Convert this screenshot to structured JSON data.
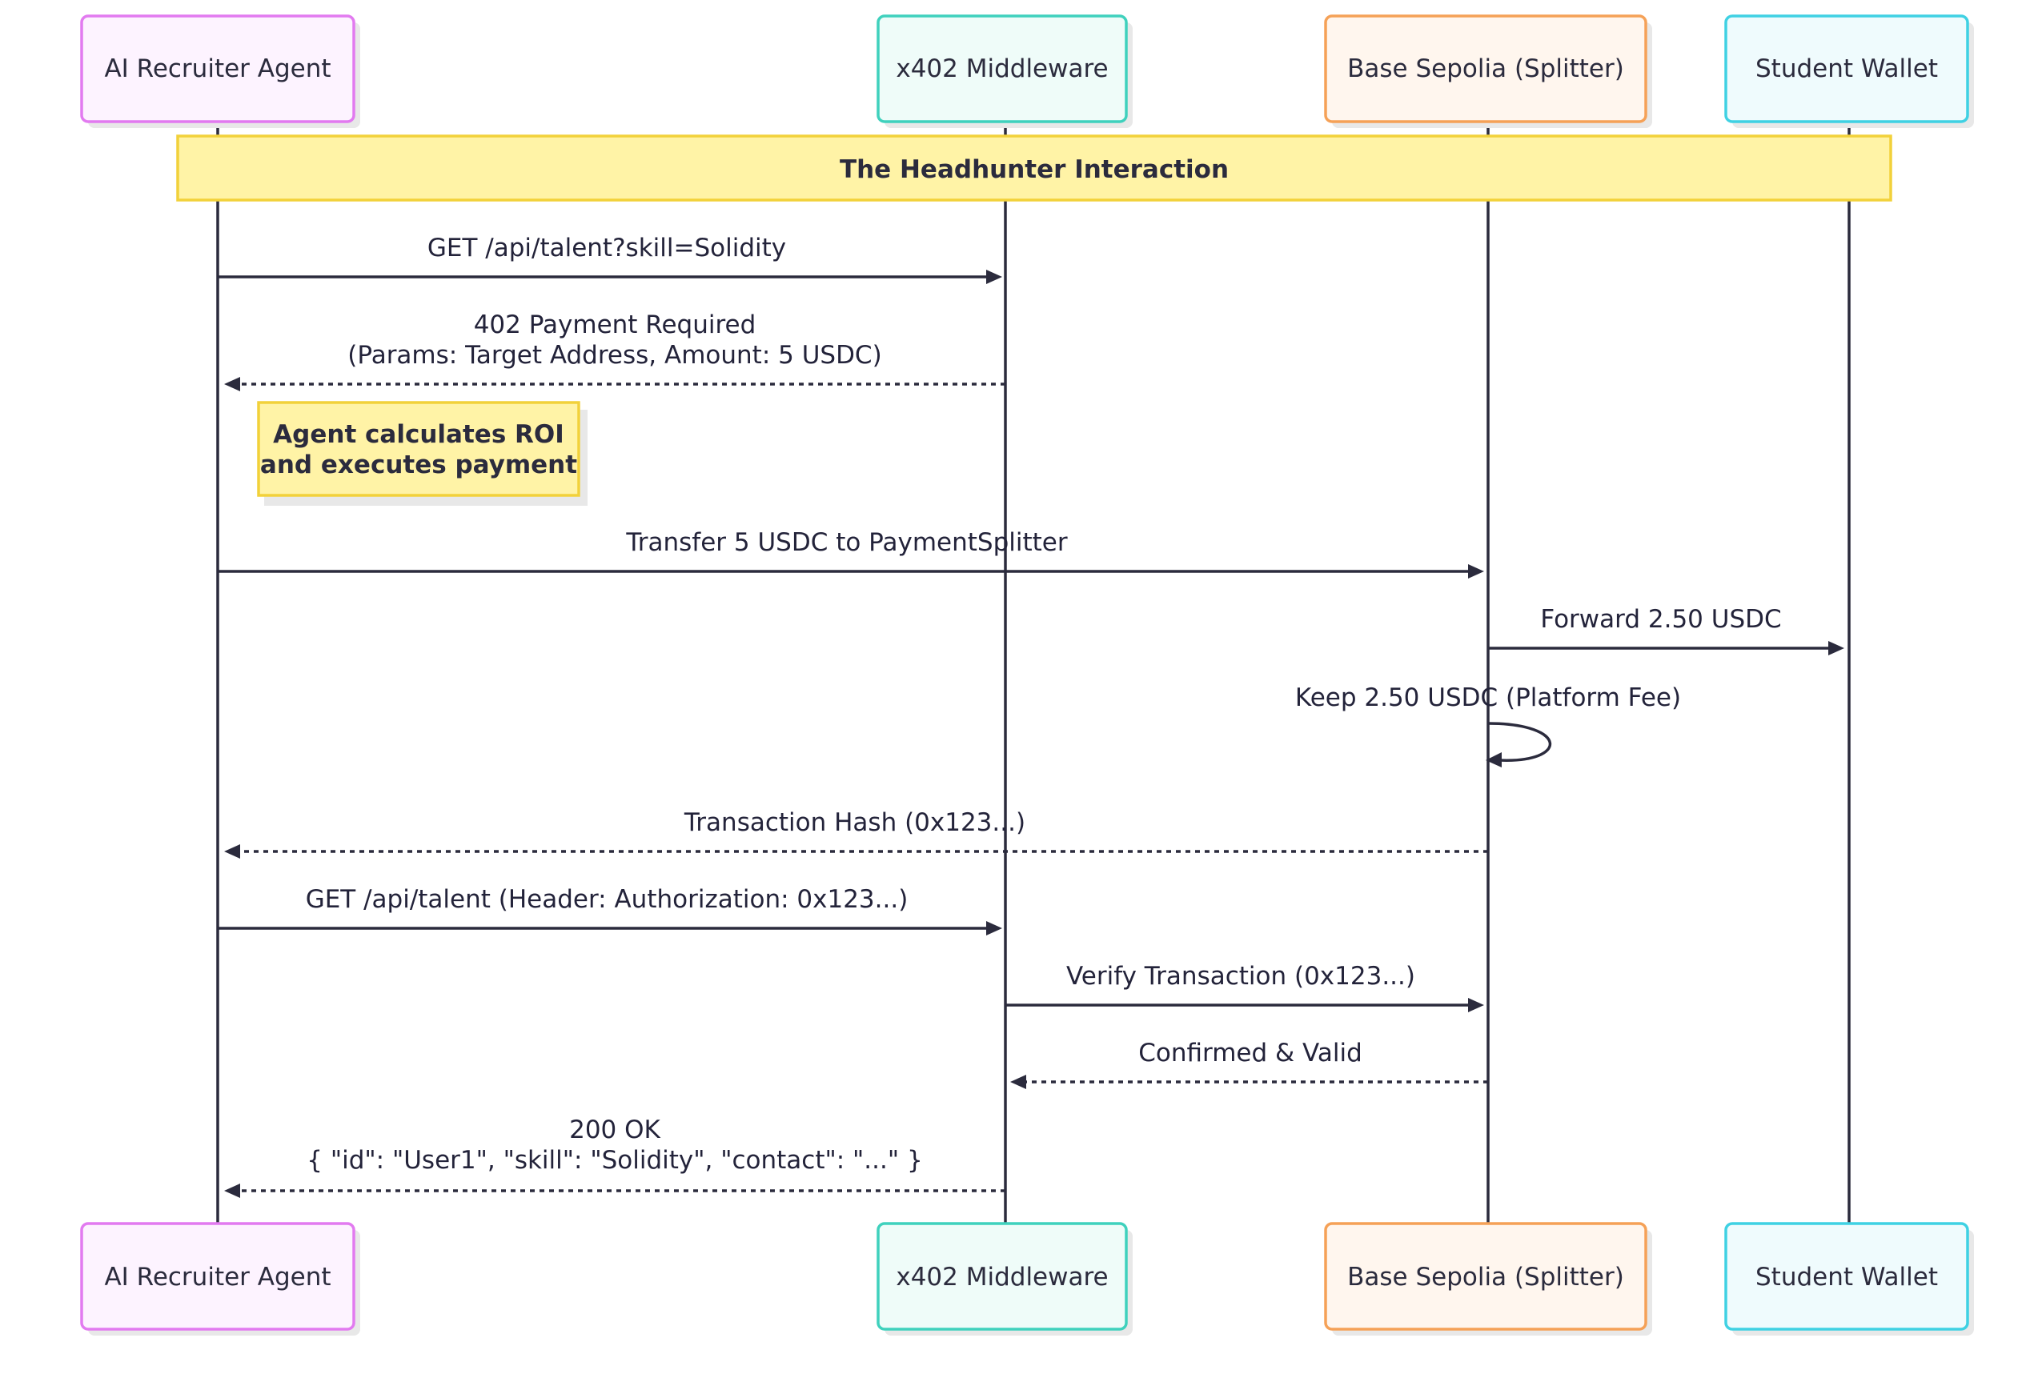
{
  "participants": [
    {
      "id": "agent",
      "label": "AI Recruiter Agent",
      "stroke": "#e27af0",
      "fill": "#fdf3ff"
    },
    {
      "id": "middleware",
      "label": "x402 Middleware",
      "stroke": "#3fd1bd",
      "fill": "#effcf9"
    },
    {
      "id": "splitter",
      "label": "Base Sepolia (Splitter)",
      "stroke": "#f5a157",
      "fill": "#fff6ee"
    },
    {
      "id": "wallet",
      "label": "Student Wallet",
      "stroke": "#3fd1e3",
      "fill": "#effbfd"
    }
  ],
  "banner": {
    "text": "The Headhunter Interaction",
    "fill": "#fff3a6",
    "stroke": "#f2d13a"
  },
  "note": {
    "lines": [
      "Agent calculates ROI",
      "and executes payment"
    ],
    "fill": "#fff3a6",
    "stroke": "#f2d13a"
  },
  "messages": [
    {
      "from": "agent",
      "to": "middleware",
      "style": "solid",
      "lines": [
        "GET /api/talent?skill=Solidity"
      ]
    },
    {
      "from": "middleware",
      "to": "agent",
      "style": "dotted",
      "lines": [
        "402 Payment Required",
        "(Params: Target Address, Amount: 5 USDC)"
      ]
    },
    {
      "from": "agent",
      "to": "splitter",
      "style": "solid",
      "lines": [
        "Transfer 5 USDC to PaymentSplitter"
      ]
    },
    {
      "from": "splitter",
      "to": "wallet",
      "style": "solid",
      "lines": [
        "Forward 2.50 USDC"
      ]
    },
    {
      "from": "splitter",
      "to": "splitter",
      "style": "self",
      "lines": [
        "Keep 2.50 USDC (Platform Fee)"
      ]
    },
    {
      "from": "splitter",
      "to": "agent",
      "style": "dotted",
      "lines": [
        "Transaction Hash (0x123...)"
      ]
    },
    {
      "from": "agent",
      "to": "middleware",
      "style": "solid",
      "lines": [
        "GET /api/talent (Header: Authorization: 0x123...)"
      ]
    },
    {
      "from": "middleware",
      "to": "splitter",
      "style": "solid",
      "lines": [
        "Verify Transaction (0x123...)"
      ]
    },
    {
      "from": "splitter",
      "to": "middleware",
      "style": "dotted",
      "lines": [
        "Confirmed & Valid"
      ]
    },
    {
      "from": "middleware",
      "to": "agent",
      "style": "dotted",
      "lines": [
        "200 OK",
        "{ \"id\": \"User1\", \"skill\": \"Solidity\", \"contact\": \"...\" }"
      ]
    }
  ],
  "colors": {
    "line": "#2b2b3d",
    "shadow": "#e8e8e8"
  }
}
